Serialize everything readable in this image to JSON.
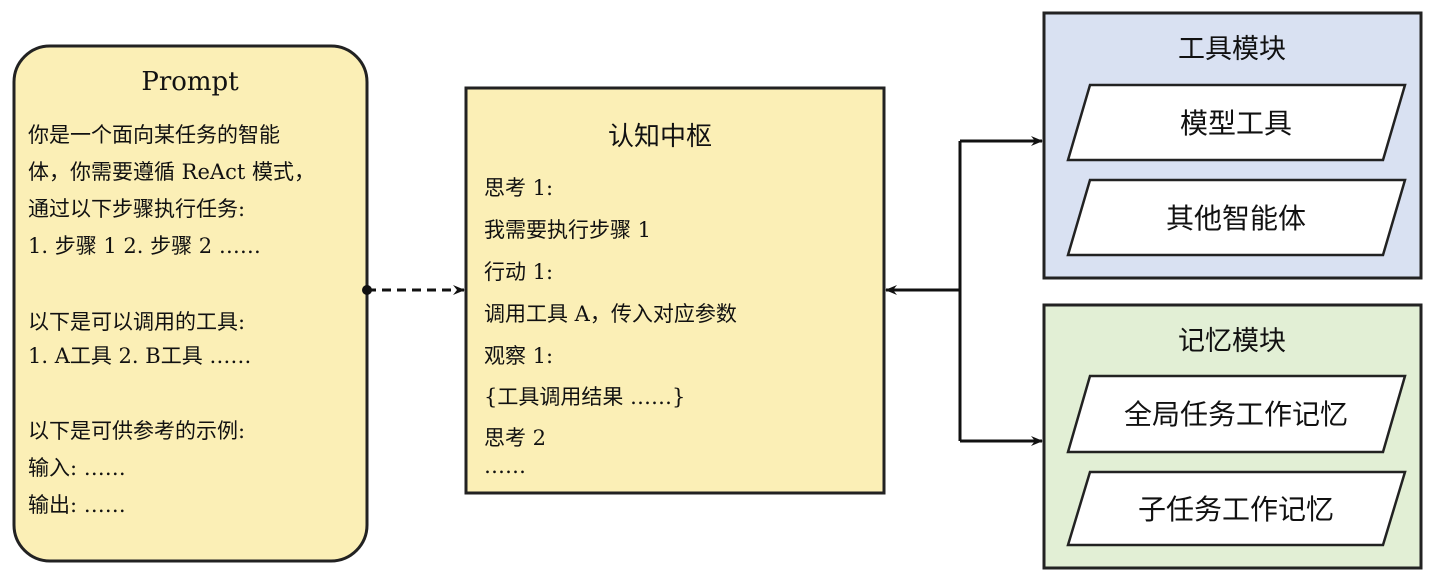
{
  "colors": {
    "prompt": "#fbefb6",
    "hub": "#fbefb6",
    "tools": "#d9e1f2",
    "memory": "#e2efd5"
  },
  "prompt": {
    "title": "Prompt",
    "lines": [
      "你是一个面向某任务的智能",
      "体，你需要遵循 ReAct 模式，",
      "通过以下步骤执行任务:",
      "1. 步骤 1  2. 步骤 2 ……",
      "以下是可以调用的工具:",
      "1. A工具  2. B工具 ……",
      "以下是可供参考的示例:",
      "输入: ……",
      "输出: ……"
    ]
  },
  "hub": {
    "title": "认知中枢",
    "lines": [
      "思考 1:",
      "我需要执行步骤 1",
      "行动 1:",
      "调用工具 A，传入对应参数",
      "观察 1:",
      "{工具调用结果 ……}",
      "思考 2",
      "……"
    ]
  },
  "tools": {
    "title": "工具模块",
    "items": [
      "模型工具",
      "其他智能体"
    ]
  },
  "memory": {
    "title": "记忆模块",
    "items": [
      "全局任务工作记忆",
      "子任务工作记忆"
    ]
  }
}
